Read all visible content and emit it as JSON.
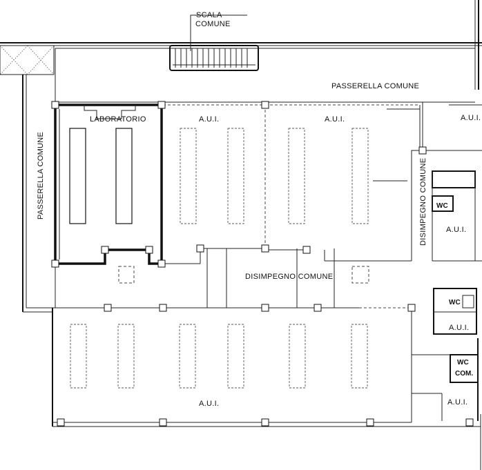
{
  "labels": {
    "scala_line1": "SCALA",
    "scala_line2": "COMUNE",
    "passerella_top": "PASSERELLA COMUNE",
    "passerella_left": "PASSERELLA COMUNE",
    "laboratorio": "LABORATORIO",
    "aui_1": "A.U.I.",
    "aui_2": "A.U.I.",
    "aui_3": "A.U.I.",
    "aui_4": "A.U.I.",
    "aui_5": "A.U.I.",
    "aui_6": "A.U.I.",
    "aui_7": "A.U.I.",
    "disimpegno_center": "DISIMPEGNO COMUNE",
    "disimpegno_right": "DISIMPEGNO COMUNE",
    "wc_1": "WC",
    "wc_2": "WC",
    "wc_com_line1": "WC",
    "wc_com_line2": "COM."
  }
}
